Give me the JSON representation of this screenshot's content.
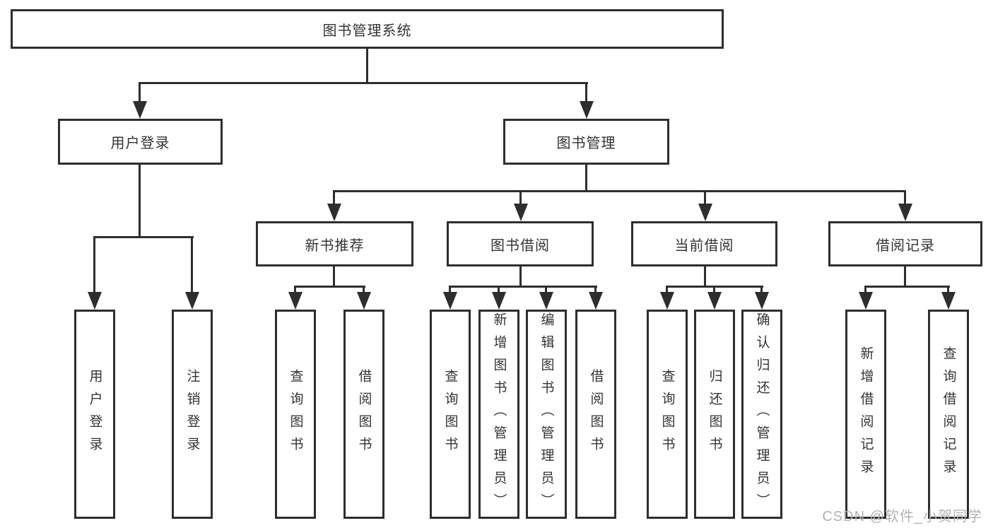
{
  "nodes": {
    "root": "图书管理系统",
    "user_login": "用户登录",
    "book_mgmt": "图书管理",
    "new_book_rec": "新书推荐",
    "book_borrow": "图书借阅",
    "current_borrow": "当前借阅",
    "borrow_record": "借阅记录"
  },
  "leaves": {
    "user_login_leaf": "用户登录",
    "logout": "注销登录",
    "rec_query": "查询图书",
    "rec_borrow": "借阅图书",
    "bb_query": "查询图书",
    "bb_add": "新增图书（管理员）",
    "bb_edit": "编辑图书（管理员）",
    "bb_borrow": "借阅图书",
    "cb_query": "查询图书",
    "cb_return": "归还图书",
    "cb_confirm": "确认归还（管理员）",
    "br_add": "新增借阅记录",
    "br_query": "查询借阅记录"
  },
  "watermark": "CSDN @软件_小贺同学",
  "colors": {
    "line": "#2e2e2e",
    "text": "#333333",
    "watermark": "#b3b3b3"
  }
}
